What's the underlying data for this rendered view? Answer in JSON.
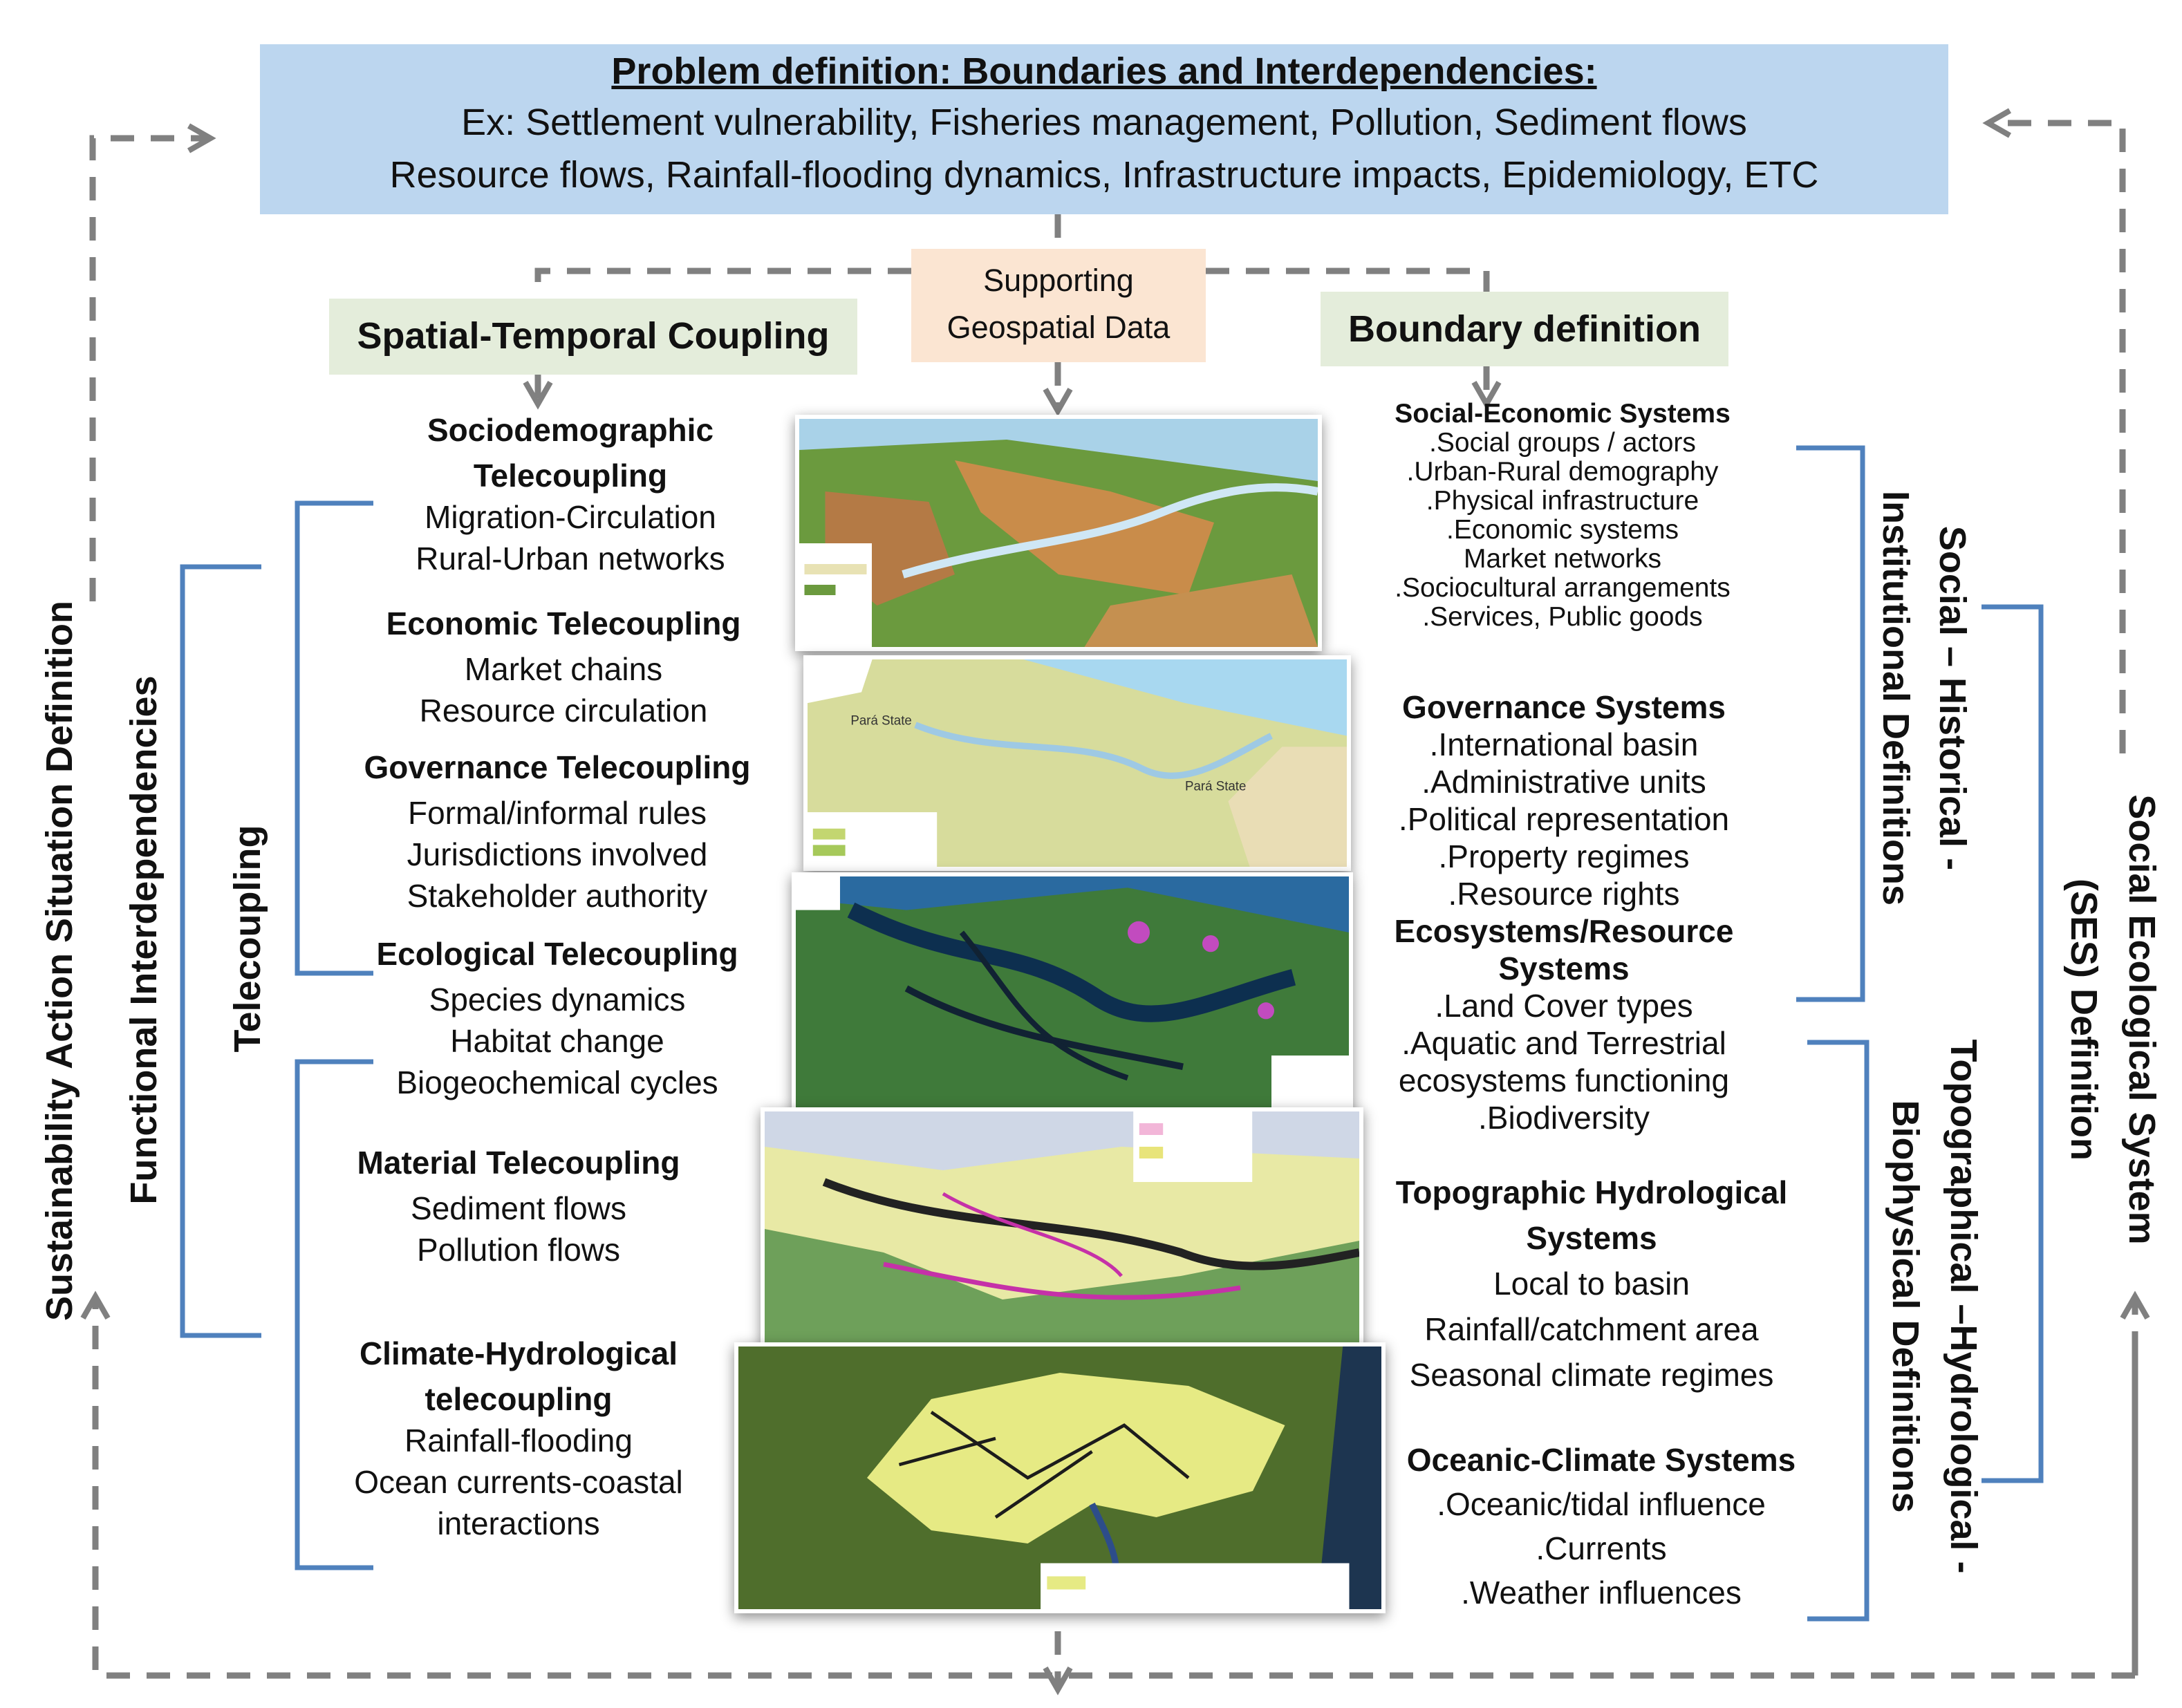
{
  "problem": {
    "title": "Problem definition: Boundaries and Interdependencies:",
    "line1": "Ex: Settlement vulnerability,   Fisheries management,   Pollution, Sediment flows",
    "line2": "Resource flows,  Rainfall-flooding dynamics,   Infrastructure impacts,  Epidemiology, ETC"
  },
  "spatial_temporal": {
    "label": "Spatial-Temporal Coupling"
  },
  "geospatial": {
    "line1": "Supporting",
    "line2": "Geospatial Data"
  },
  "boundary": {
    "label": "Boundary definition"
  },
  "left_items": [
    {
      "title1": "Sociodemographic",
      "title2": "Telecoupling",
      "line1": "Migration-Circulation",
      "line2": "Rural-Urban networks"
    },
    {
      "title1": "Economic Telecoupling",
      "line1": "Market chains",
      "line2": "Resource circulation"
    },
    {
      "title1": "Governance Telecoupling",
      "line1": "Formal/informal rules",
      "line2": "Jurisdictions involved",
      "line3": "Stakeholder authority"
    },
    {
      "title1": "Ecological Telecoupling",
      "line1": "Species dynamics",
      "line2": "Habitat change",
      "line3": "Biogeochemical cycles"
    },
    {
      "title1": "Material Telecoupling",
      "line1": "Sediment flows",
      "line2": "Pollution flows"
    },
    {
      "title1": "Climate-Hydrological",
      "title2": "telecoupling",
      "line1": "Rainfall-flooding",
      "line2": "Ocean currents-coastal",
      "line3": "interactions"
    }
  ],
  "right_items": {
    "ses": {
      "title": "Social-Economic Systems",
      "lines": [
        ".Social groups / actors",
        ".Urban-Rural demography",
        ".Physical infrastructure",
        ".Economic systems",
        "Market networks",
        ".Sociocultural arrangements",
        ".Services, Public goods"
      ]
    },
    "gov": {
      "title": "Governance Systems",
      "lines": [
        ".International basin",
        ".Administrative units",
        ".Political representation",
        ".Property regimes",
        ".Resource rights"
      ]
    },
    "eco": {
      "title1": "Ecosystems/Resource",
      "title2": "Systems",
      "lines": [
        ".Land Cover types",
        ".Aquatic and Terrestrial",
        "ecosystems functioning",
        ".Biodiversity"
      ]
    },
    "topo": {
      "title1": "Topographic Hydrological",
      "title2": "Systems",
      "lines": [
        "Local to basin",
        "Rainfall/catchment area",
        "Seasonal climate regimes"
      ]
    },
    "ocean": {
      "title": "Oceanic-Climate Systems",
      "lines": [
        ".Oceanic/tidal influence",
        ".Currents",
        ".Weather influences"
      ]
    }
  },
  "vertical_labels": {
    "sustainability": "Sustainability Action Situation Definition",
    "functional": "Functional Interdependencies",
    "telecoupling": "Telecoupling",
    "social1": "Social – Historical -",
    "social2": "Institutional Definitions",
    "topo1": "Topographical –Hydrological -",
    "topo2": "Biophysical Definitions",
    "ses1": "Social Ecological System",
    "ses2": "(SES) Definition"
  },
  "map_text": {
    "state_label": "Pará State"
  },
  "colors": {
    "problem_bg": "#bcd6ef",
    "green_box": "#e4eddb",
    "peach_box": "#fbe5d2",
    "bracket": "#4f81bd",
    "dash": "#808080"
  }
}
